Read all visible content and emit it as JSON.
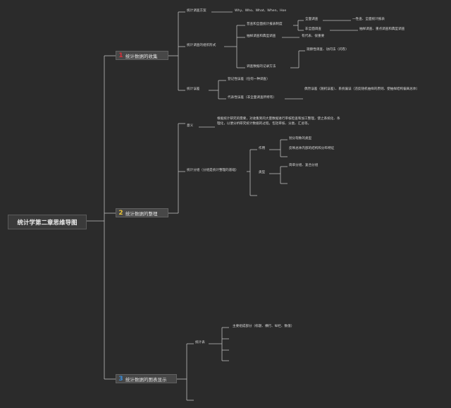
{
  "root": {
    "title": "统计学第二章思维导图"
  },
  "colors": {
    "background": "#2b2b2b",
    "line": "#bdbdbd",
    "num1": "#d9303a",
    "num2": "#e8c238",
    "num3": "#3a8bd6"
  },
  "branches": [
    {
      "num": "1",
      "label": "统计数据的收集"
    },
    {
      "num": "2",
      "label": "统计数据的整理"
    },
    {
      "num": "3",
      "label": "统计数据的图表显示"
    }
  ],
  "collect": {
    "plan": {
      "label": "统计调查方案",
      "detail": "Why、Who、What、When、Hoe"
    },
    "forms": {
      "label": "统计调查的组织形式",
      "a": "普查和全面统计报表制度",
      "a1": "全面调查",
      "a1d": "一性查、全面统计报表",
      "a2": "非全面调查",
      "a2d": "抽样调查、重点调查和典型调查",
      "b": "抽样调查和典型调查",
      "bd": "有代表、很重要",
      "c": "调查数据的记录方法",
      "cd": "观察性调查、访问法（问卷）"
    },
    "errors": {
      "label": "统计误差",
      "e1": "登记性误差（任何一种调查）",
      "e2": "代表性误差（非全面调查所特有）",
      "e2d": "偶然误差（随机误差）、系统偏误（违反随机抽样的原则、使抽样结构偏离总体）"
    }
  },
  "organize": {
    "meaning": {
      "label": "意义",
      "text": "根据统计研究的需要，对收集到的大量数据进行审核检查和加工整理，使之系统化、条理化，以便分析研究统计数据的过程。包括审核、分类、汇总等。"
    },
    "grouping": {
      "label": "统计分组（分组是统计整理的基础）",
      "role": "作用",
      "r1": "划分现象的类型",
      "r2": "反映总体内部的结构和分布特征",
      "types": "类型",
      "t1": "简单分组、复合分组"
    }
  },
  "display": {
    "label": "统计表",
    "t1": "主要组成部分（标题、横行、纵栏、数值）"
  }
}
